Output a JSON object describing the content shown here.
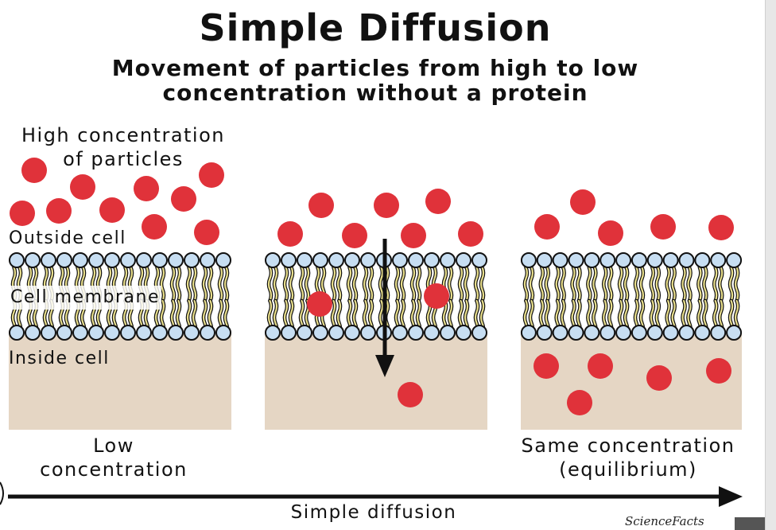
{
  "title": "Simple Diffusion",
  "subtitle_line1": "Movement of particles from high to low",
  "subtitle_line2": "concentration without a protein",
  "labels": {
    "high_line1": "High concentration",
    "high_line2": "of particles",
    "outside": "Outside cell",
    "membrane": "Cell membrane",
    "inside": "Inside cell",
    "low_line1": "Low",
    "low_line2": "concentration",
    "same_line1": "Same concentration",
    "same_line2": "(equilibrium)",
    "process": "Simple diffusion"
  },
  "logo_text": "ScienceFacts",
  "colors": {
    "particle": "#e0323a",
    "cytoplasm": "#e5d6c4",
    "phospholipid_head": "#c7def2",
    "tail": "#e9df8c",
    "stroke": "#111111"
  }
}
